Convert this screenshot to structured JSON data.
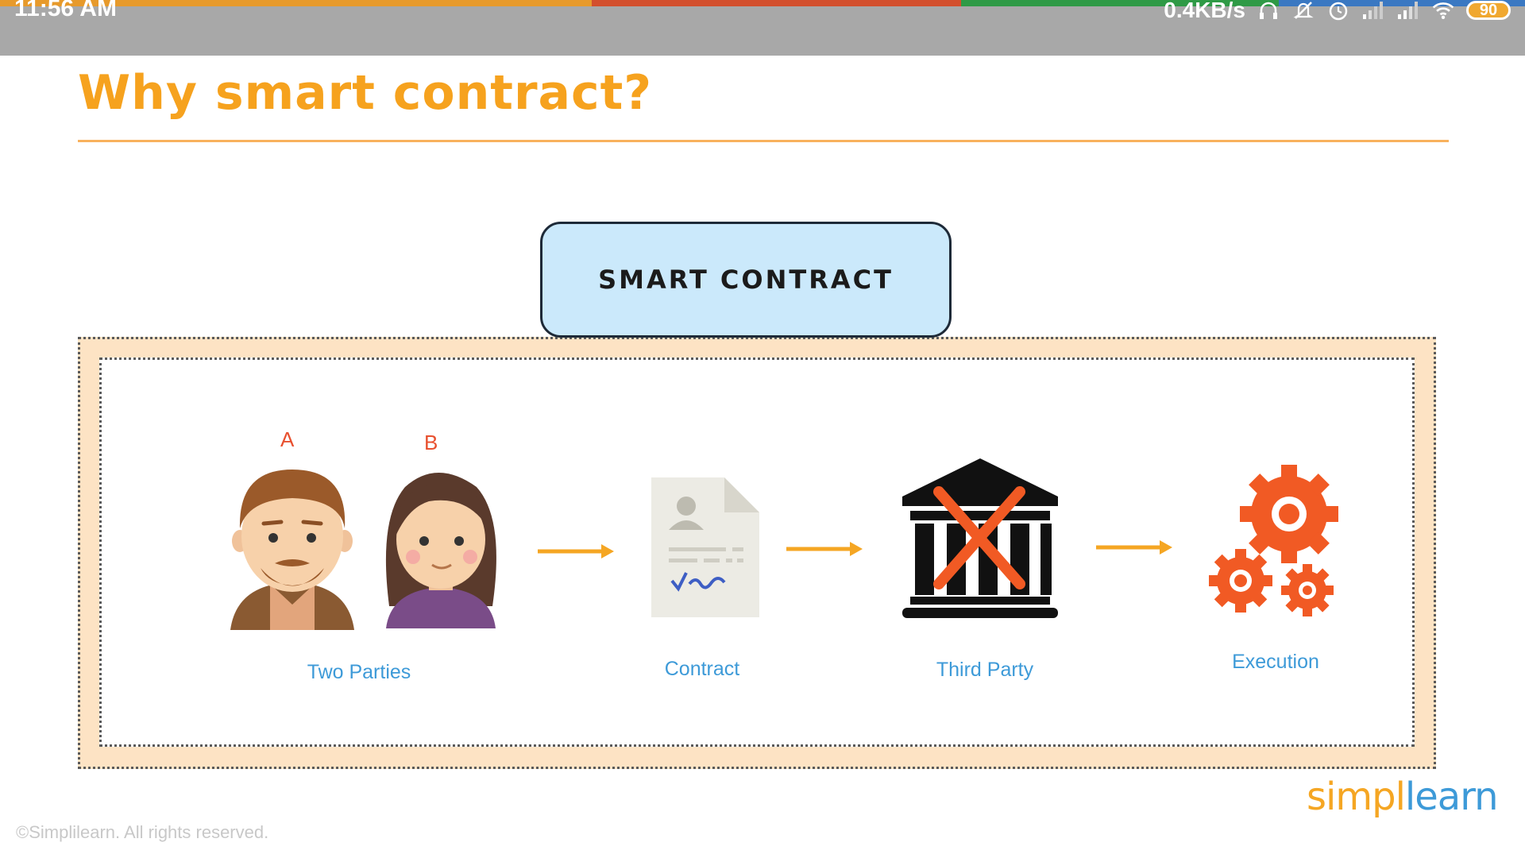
{
  "status_bar": {
    "time": "11:56 AM",
    "net_speed": "0.4KB/s",
    "battery": "90",
    "icons": [
      "headphones-icon",
      "mute-icon",
      "alarm-icon",
      "signal-icon",
      "signal-icon",
      "wifi-icon",
      "battery-icon"
    ],
    "strip_colors": [
      "#e79a2b",
      "#d34f2d",
      "#2f9a46",
      "#3a78c2"
    ]
  },
  "slide": {
    "title": "Why smart contract?",
    "smart_contract_label": "SMART CONTRACT",
    "party_a": "A",
    "party_b": "B",
    "steps": [
      {
        "caption": "Two Parties",
        "icon": "two-people-icon"
      },
      {
        "caption": "Contract",
        "icon": "document-icon"
      },
      {
        "caption": "Third Party",
        "icon": "crossed-bank-icon"
      },
      {
        "caption": "Execution",
        "icon": "gears-icon"
      }
    ],
    "copyright": "©Simplilearn. All rights reserved.",
    "logo_part1": "simpl",
    "logo_part2": "learn"
  },
  "colors": {
    "title": "#f6a21e",
    "caption": "#3d9ad8",
    "arrow": "#f5a623",
    "gear": "#f15a24",
    "frame_fill": "#fde3c4",
    "box_fill": "#cbe9fb"
  }
}
